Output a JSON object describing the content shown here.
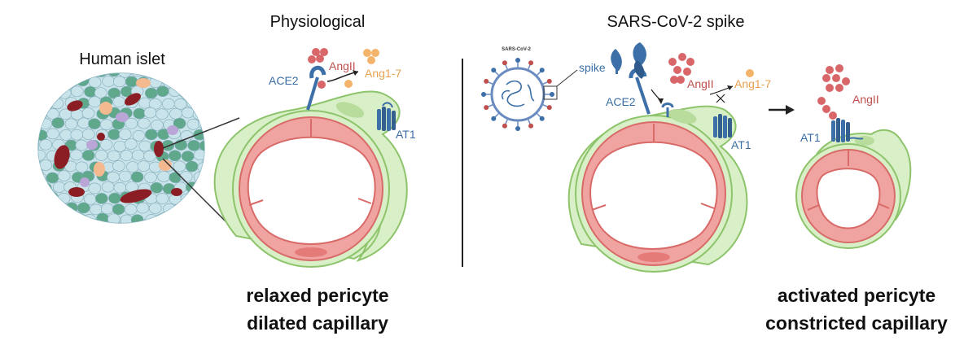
{
  "panels": {
    "left": {
      "title": "Physiological",
      "islet_label": "Human islet",
      "ace2": "ACE2",
      "angII": "AngII",
      "ang17": "Ang1-7",
      "at1": "AT1",
      "caption_line1": "relaxed pericyte",
      "caption_line2": "dilated capillary"
    },
    "right": {
      "title": "SARS-CoV-2 spike",
      "virus_label": "SARS-CoV-2",
      "spike": "spike",
      "ace2": "ACE2",
      "angII": "AngII",
      "ang17": "Ang1-7",
      "at1_mid": "AT1",
      "at1_right": "AT1",
      "angII_right": "AngII",
      "caption_line1": "activated pericyte",
      "caption_line2": "constricted capillary"
    }
  },
  "colors": {
    "pericyte_fill": "#d9efc7",
    "pericyte_stroke": "#8dc46b",
    "endothelium": "#f0a4a2",
    "endothelium_stroke": "#d86a68",
    "receptor_blue": "#3d6fa8",
    "angII_red": "#d9676a",
    "ang17_orange": "#f3b36a",
    "islet_cell": "#c9e3ea",
    "islet_green": "#5fa88c",
    "islet_red": "#8b1e24",
    "islet_orange": "#f4b98e",
    "islet_purple": "#b9a6d6"
  }
}
